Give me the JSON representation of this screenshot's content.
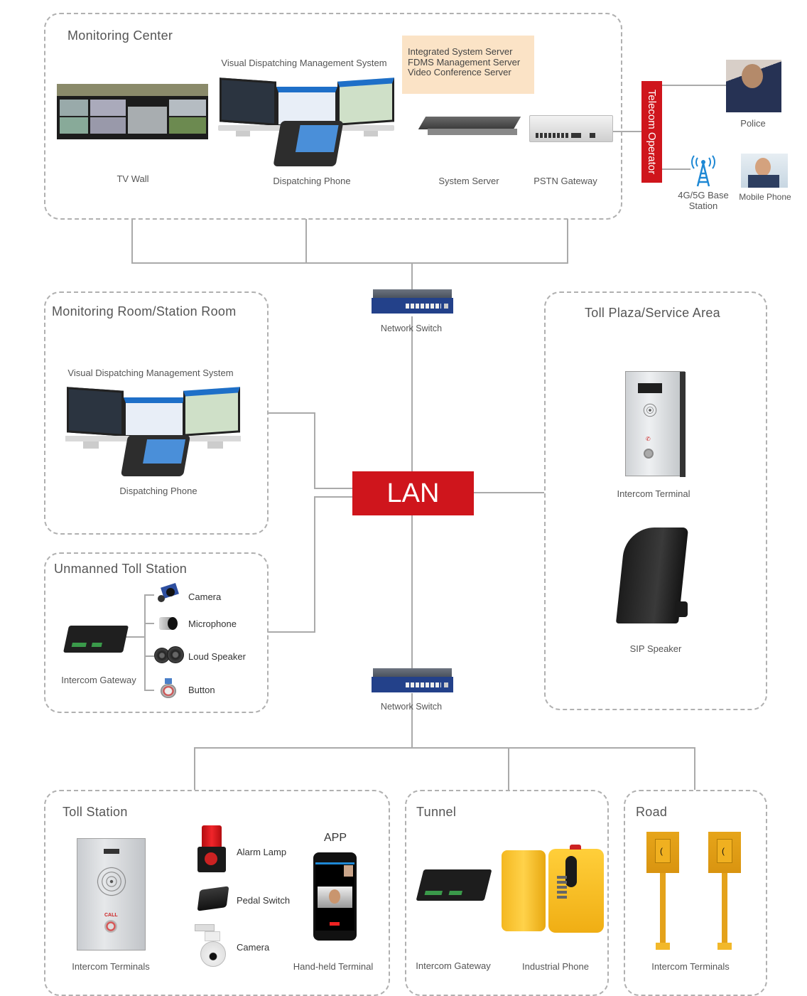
{
  "colors": {
    "accent_red": "#cf151c",
    "wire": "#aaaaaa",
    "zone_border": "#b0b0b0",
    "server_box_bg": "#fbe3c6"
  },
  "monitoring_center": {
    "title": "Monitoring Center",
    "vdms_label": "Visual Dispatching Management System",
    "tv_wall": "TV Wall",
    "dispatching_phone": "Dispatching Phone",
    "servers": [
      "Integrated System Server",
      "FDMS Management Server",
      "Video Conference Server"
    ],
    "system_server": "System Server",
    "pstn_gateway": "PSTN Gateway"
  },
  "external": {
    "telecom_operator": "Telecom Operator",
    "police": "Police",
    "base_station_line1": "4G/5G Base",
    "base_station_line2": "Station",
    "mobile_phone": "Mobile Phone"
  },
  "network": {
    "switch_top": "Network Switch",
    "switch_bottom": "Network Switch",
    "lan": "LAN"
  },
  "monitoring_room": {
    "title": "Monitoring Room/Station Room",
    "vdms_label": "Visual Dispatching Management System",
    "dispatching_phone": "Dispatching Phone"
  },
  "unmanned_toll_station": {
    "title": "Unmanned Toll Station",
    "gateway": "Intercom Gateway",
    "peripherals": [
      "Camera",
      "Microphone",
      "Loud Speaker",
      "Button"
    ]
  },
  "toll_plaza": {
    "title": "Toll Plaza/Service Area",
    "intercom_terminal": "Intercom Terminal",
    "sip_speaker": "SIP Speaker"
  },
  "toll_station": {
    "title": "Toll Station",
    "intercom_terminals": "Intercom Terminals",
    "alarm_lamp": "Alarm Lamp",
    "pedal_switch": "Pedal Switch",
    "camera": "Camera",
    "app": "APP",
    "handheld": "Hand-held Terminal",
    "call_text": "CALL"
  },
  "tunnel": {
    "title": "Tunnel",
    "gateway": "Intercom Gateway",
    "industrial_phone": "Industrial Phone"
  },
  "road": {
    "title": "Road",
    "intercom_terminals": "Intercom Terminals"
  }
}
